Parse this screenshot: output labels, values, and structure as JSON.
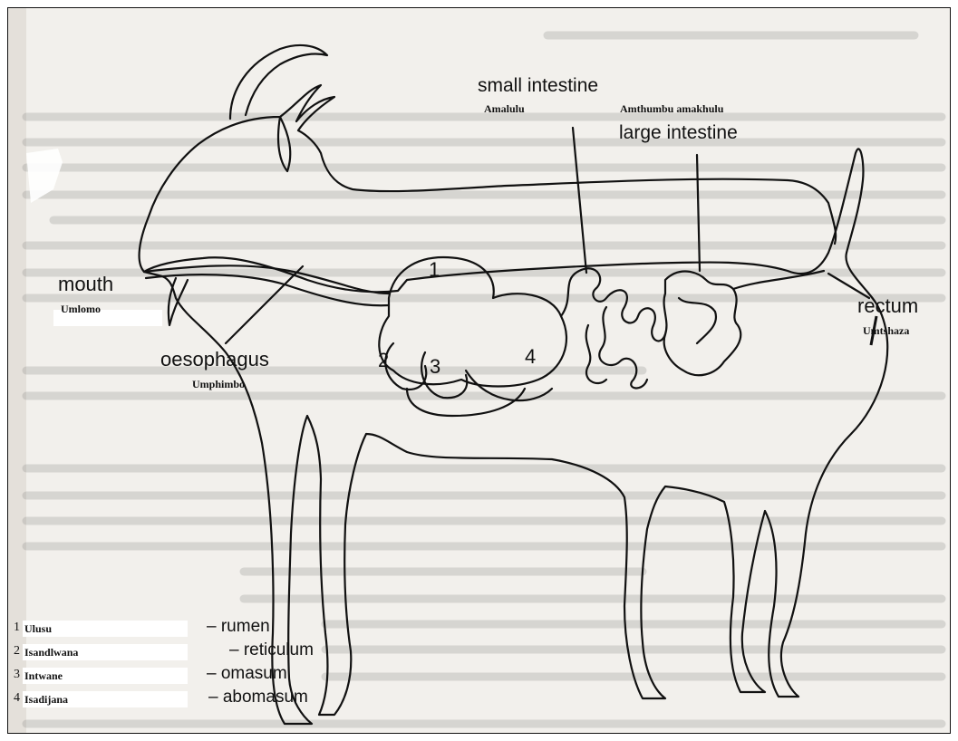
{
  "labels": {
    "small_intestine": "small intestine",
    "small_intestine_xh": "Amalulu",
    "large_intestine": "large intestine",
    "large_intestine_xh": "Amthumbu amakhulu",
    "mouth": "mouth",
    "mouth_xh": "Umlomo",
    "oesophagus": "oesophagus",
    "oesophagus_xh": "Umphimbo",
    "rectum": "rectum",
    "rectum_xh": "Umtshaza"
  },
  "stomach_numbers": [
    "1",
    "2",
    "3",
    "4"
  ],
  "legend": [
    {
      "num": "1",
      "xhosa": "Ulusu",
      "english": "– rumen"
    },
    {
      "num": "2",
      "xhosa": "Isandlwana",
      "english": "– reticulum"
    },
    {
      "num": "3",
      "xhosa": "Intwane",
      "english": "– omasum"
    },
    {
      "num": "4",
      "xhosa": "Isadijana",
      "english": "– abomasum"
    }
  ]
}
